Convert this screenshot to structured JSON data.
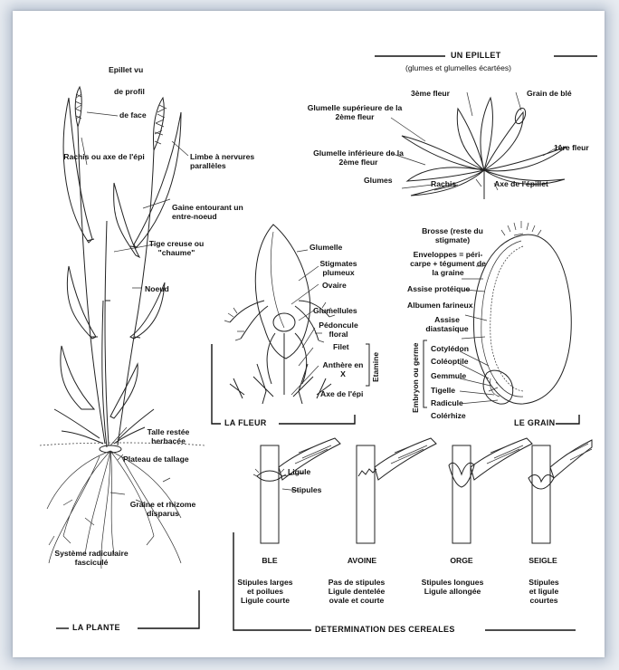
{
  "plante": {
    "title": "LA PLANTE",
    "labels": {
      "epillet_vu": "Epillet vu",
      "de_profil": "de profil",
      "de_face": "de face",
      "rachis": "Rachis ou axe de l'épi",
      "limbe": "Limbe à nervures parallèles",
      "gaine": "Gaine entourant un entre-noeud",
      "tige": "Tige creuse ou \"chaume\"",
      "noeud": "Noeud",
      "talle": "Talle restée herbacée",
      "plateau": "Plateau de tallage",
      "graine_rhizome": "Graine et rhizome disparus",
      "systeme": "Système radiculaire fasciculé"
    }
  },
  "epillet": {
    "title": "UN EPILLET",
    "subtitle": "(glumes et glumelles écartées)",
    "labels": {
      "fleur3": "3ème fleur",
      "grain_ble": "Grain de blé",
      "glumelle_sup": "Glumelle supérieure de la 2ème fleur",
      "glumelle_inf": "Glumelle inférieure de la 2ème fleur",
      "fleur1": "1ère fleur",
      "glumes": "Glumes",
      "rachis": "Rachis",
      "axe": "Axe de l'épillet"
    }
  },
  "fleur": {
    "title": "LA FLEUR",
    "labels": {
      "glumelle": "Glumelle",
      "stigmates": "Stigmates plumeux",
      "ovaire": "Ovaire",
      "glumellules": "Glumellules",
      "pedoncule": "Pédoncule floral",
      "filet": "Filet",
      "anthere": "Anthère en X",
      "etamine": "Etamine",
      "axe_epi": "Axe de l'épi"
    }
  },
  "grain": {
    "title": "LE GRAIN",
    "labels": {
      "brosse": "Brosse (reste du stigmate)",
      "enveloppes": "Enveloppes = péri- carpe + tégument de la graine",
      "assise_proteique": "Assise protéique",
      "albumen": "Albumen farineux",
      "assise_diastasique": "Assise diastasique",
      "embryon": "Embryon ou germe",
      "cotyledon": "Cotylédon",
      "coleoptile": "Coléoptile",
      "gemmule": "Gemmule",
      "tigelle": "Tigelle",
      "radicule": "Radicule",
      "coleorhize": "Colérhize"
    }
  },
  "cereales": {
    "title": "DETERMINATION DES CEREALES",
    "ligule": "Ligule",
    "stipules": "Stipules",
    "items": [
      {
        "name": "BLE",
        "desc1": "Stipules larges",
        "desc2": "et poilues",
        "desc3": "Ligule courte"
      },
      {
        "name": "AVOINE",
        "desc1": "Pas de stipules",
        "desc2": "Ligule dentelée",
        "desc3": "ovale et courte"
      },
      {
        "name": "ORGE",
        "desc1": "Stipules longues",
        "desc2": "Ligule allongée",
        "desc3": ""
      },
      {
        "name": "SEIGLE",
        "desc1": "Stipules",
        "desc2": "et ligule",
        "desc3": "courtes"
      }
    ]
  }
}
